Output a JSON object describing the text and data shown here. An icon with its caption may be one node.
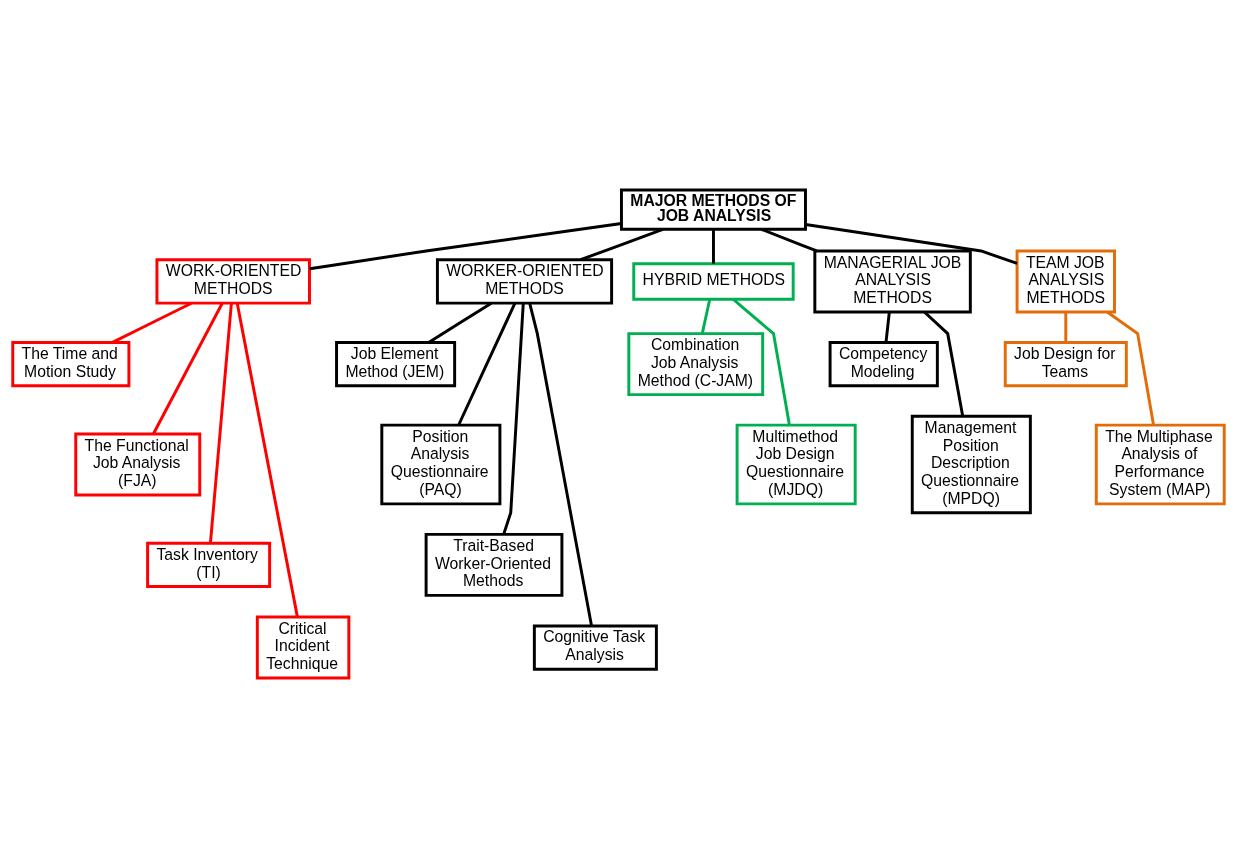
{
  "diagram": {
    "nodes": [
      {
        "text": [
          "MAJOR METHODS OF JOB ANALYSIS"
        ]
      },
      {
        "text": [
          "WORK-ORIENTED METHODS"
        ]
      },
      {
        "text": [
          "WORKER-ORIENTED METHODS"
        ]
      },
      {
        "text": [
          "HYBRID METHODS"
        ]
      },
      {
        "text": [
          "MANAGERIAL JOB ANALYSIS METHODS"
        ]
      },
      {
        "text": [
          "TEAM JOB ANALYSIS METHODS"
        ]
      },
      {
        "text": [
          "The Time and Motion Study"
        ]
      },
      {
        "text": [
          "The Functional Job Analysis (FJA)"
        ]
      },
      {
        "text": [
          "Task Inventory (TI)"
        ]
      },
      {
        "text": [
          "Critical Incident Technique"
        ]
      },
      {
        "text": [
          "Job Element Method (JEM)"
        ]
      },
      {
        "text": [
          "Position Analysis Questionnaire (PAQ)"
        ]
      },
      {
        "text": [
          "Trait-Based Worker-Oriented Methods"
        ]
      },
      {
        "text": [
          "Cognitive Task Analysis"
        ]
      },
      {
        "text": [
          "Combination Job Analysis Method (C-JAM)"
        ]
      },
      {
        "text": [
          "Multimethod Job Design Questionnaire (MJDQ)"
        ]
      },
      {
        "text": [
          "Competency Modeling"
        ]
      },
      {
        "text": [
          "Management Position Description Questionnaire (MPDQ)"
        ]
      },
      {
        "text": [
          "Job Design for Teams"
        ]
      },
      {
        "text": [
          "The Multiphase Analysis of Performance System (MAP)"
        ]
      }
    ],
    "edges": [
      {
        "from": 0,
        "to": 1,
        "arrow": "none"
      },
      {
        "from": 0,
        "to": 2,
        "arrow": "none"
      },
      {
        "from": 0,
        "to": 3,
        "arrow": "none"
      },
      {
        "from": 0,
        "to": 4,
        "arrow": "none"
      },
      {
        "from": 0,
        "to": 5,
        "arrow": "none"
      },
      {
        "from": 1,
        "to": 6,
        "arrow": "none",
        "color": "#ff0000"
      },
      {
        "from": 1,
        "to": 7,
        "arrow": "none",
        "color": "#ff0000"
      },
      {
        "from": 1,
        "to": 8,
        "arrow": "none",
        "color": "#ff0000"
      },
      {
        "from": 1,
        "to": 9,
        "arrow": "none",
        "color": "#ff0000"
      },
      {
        "from": 2,
        "to": 10,
        "arrow": "none"
      },
      {
        "from": 2,
        "to": 11,
        "arrow": "none"
      },
      {
        "from": 2,
        "to": 12,
        "arrow": "none"
      },
      {
        "from": 2,
        "to": 13,
        "arrow": "none"
      },
      {
        "from": 3,
        "to": 14,
        "arrow": "none",
        "color": "#00b050"
      },
      {
        "from": 3,
        "to": 15,
        "arrow": "none",
        "color": "#00b050"
      },
      {
        "from": 4,
        "to": 16,
        "arrow": "none"
      },
      {
        "from": 4,
        "to": 17,
        "arrow": "none"
      },
      {
        "from": 5,
        "to": 18,
        "arrow": "none",
        "color": "#e36c0a"
      },
      {
        "from": 5,
        "to": 19,
        "arrow": "none",
        "color": "#e36c0a"
      }
    ]
  }
}
